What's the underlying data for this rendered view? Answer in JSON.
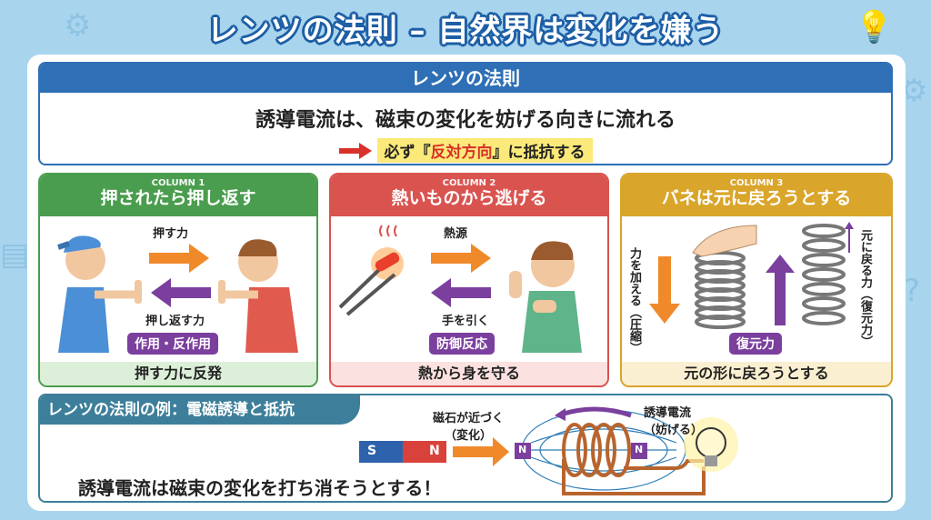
{
  "title": "レンツの法則 – 自然界は変化を嫌う",
  "law": {
    "header": "レンツの法則",
    "statement": "誘導電流は、磁束の変化を妨げる向きに流れる",
    "note_prefix": "必ず『",
    "note_highlight": "反対方向",
    "note_suffix": "』に抵抗する"
  },
  "columns": [
    {
      "tag": "COLUMN 1",
      "heading": "押されたら押し返す",
      "push_label": "押す力",
      "pushback_label": "押し返す力",
      "badge": "作用・反作用",
      "footer": "押す力に反発",
      "color": "#4a9d4e"
    },
    {
      "tag": "COLUMN 2",
      "heading": "熱いものから逃げる",
      "heat_label": "熱源",
      "withdraw_label": "手を引く",
      "badge": "防御反応",
      "footer": "熱から身を守る",
      "color": "#d9534f"
    },
    {
      "tag": "COLUMN 3",
      "heading": "バネは元に戻ろうとする",
      "apply_label": "力を加える",
      "apply_sub": "（圧縮）",
      "restore_label": "元に戻る力",
      "restore_sub": "（復元力）",
      "badge": "復元力",
      "footer": "元の形に戻ろうとする",
      "color": "#d9a52a"
    }
  ],
  "example": {
    "tab": "レンツの法則の例：電磁誘導と抵抗",
    "magnet_s": "S",
    "magnet_n": "N",
    "approach_label": "磁石が近づく",
    "approach_sub": "（変化）",
    "coil_pole_left": "N",
    "coil_pole_right": "N",
    "current_label": "誘導電流",
    "current_sub": "（妨げる）",
    "conclusion": "誘導電流は磁束の変化を打ち消そうとする！"
  }
}
